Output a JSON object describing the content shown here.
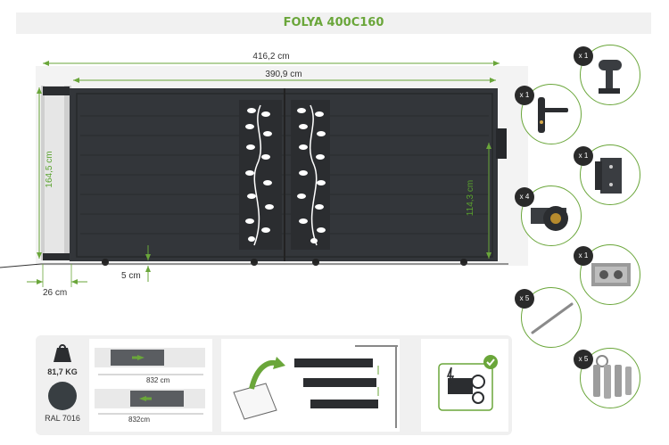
{
  "title": "FOLYA 400C160",
  "dimensions": {
    "total_width": "416,2 cm",
    "inner_width": "390,9 cm",
    "height": "164,5 cm",
    "opening_height": "114,3 cm",
    "ground_clearance": "5 cm",
    "post_width": "26 cm"
  },
  "accessories": [
    {
      "qty": "x 1",
      "icon": "stop-bracket-icon"
    },
    {
      "qty": "x 1",
      "icon": "handle-lock-icon"
    },
    {
      "qty": "x 1",
      "icon": "guide-bracket-icon"
    },
    {
      "qty": "x 4",
      "icon": "roller-wheel-icon"
    },
    {
      "qty": "x 1",
      "icon": "guide-roller-icon"
    },
    {
      "qty": "x 5",
      "icon": "rod-icon"
    },
    {
      "qty": "x 5",
      "icon": "keys-icon"
    }
  ],
  "specs": {
    "weight": "81,7 KG",
    "color": "RAL 7016",
    "package_length_1": "832 cm",
    "package_length_2": "832cm"
  },
  "colors": {
    "gate": "#33363a",
    "accent": "#6aa63a",
    "ral_7016": "#383e42"
  }
}
